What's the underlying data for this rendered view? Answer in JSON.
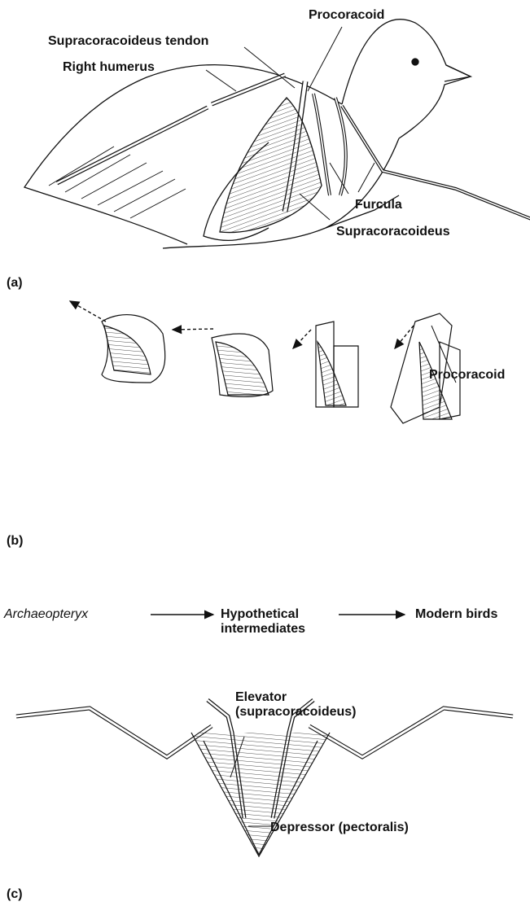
{
  "panel_a": {
    "tag": "(a)",
    "labels": {
      "procoracoid": "Procoracoid",
      "supracoracoideus_tendon": "Supracoracoideus tendon",
      "right_humerus": "Right humerus",
      "furcula": "Furcula",
      "supracoracoideus": "Supracoracoideus"
    }
  },
  "panel_b": {
    "tag": "(b)",
    "labels": {
      "procoracoid": "Procoracoid"
    },
    "sequence": {
      "start": "Archaeopteryx",
      "middle": "Hypothetical\nintermediates",
      "end": "Modern birds"
    }
  },
  "panel_c": {
    "tag": "(c)",
    "labels": {
      "elevator": "Elevator\n(supracoracoideus)",
      "depressor": "Depressor (pectoralis)"
    }
  },
  "colors": {
    "ink": "#111111",
    "paper": "#ffffff"
  }
}
